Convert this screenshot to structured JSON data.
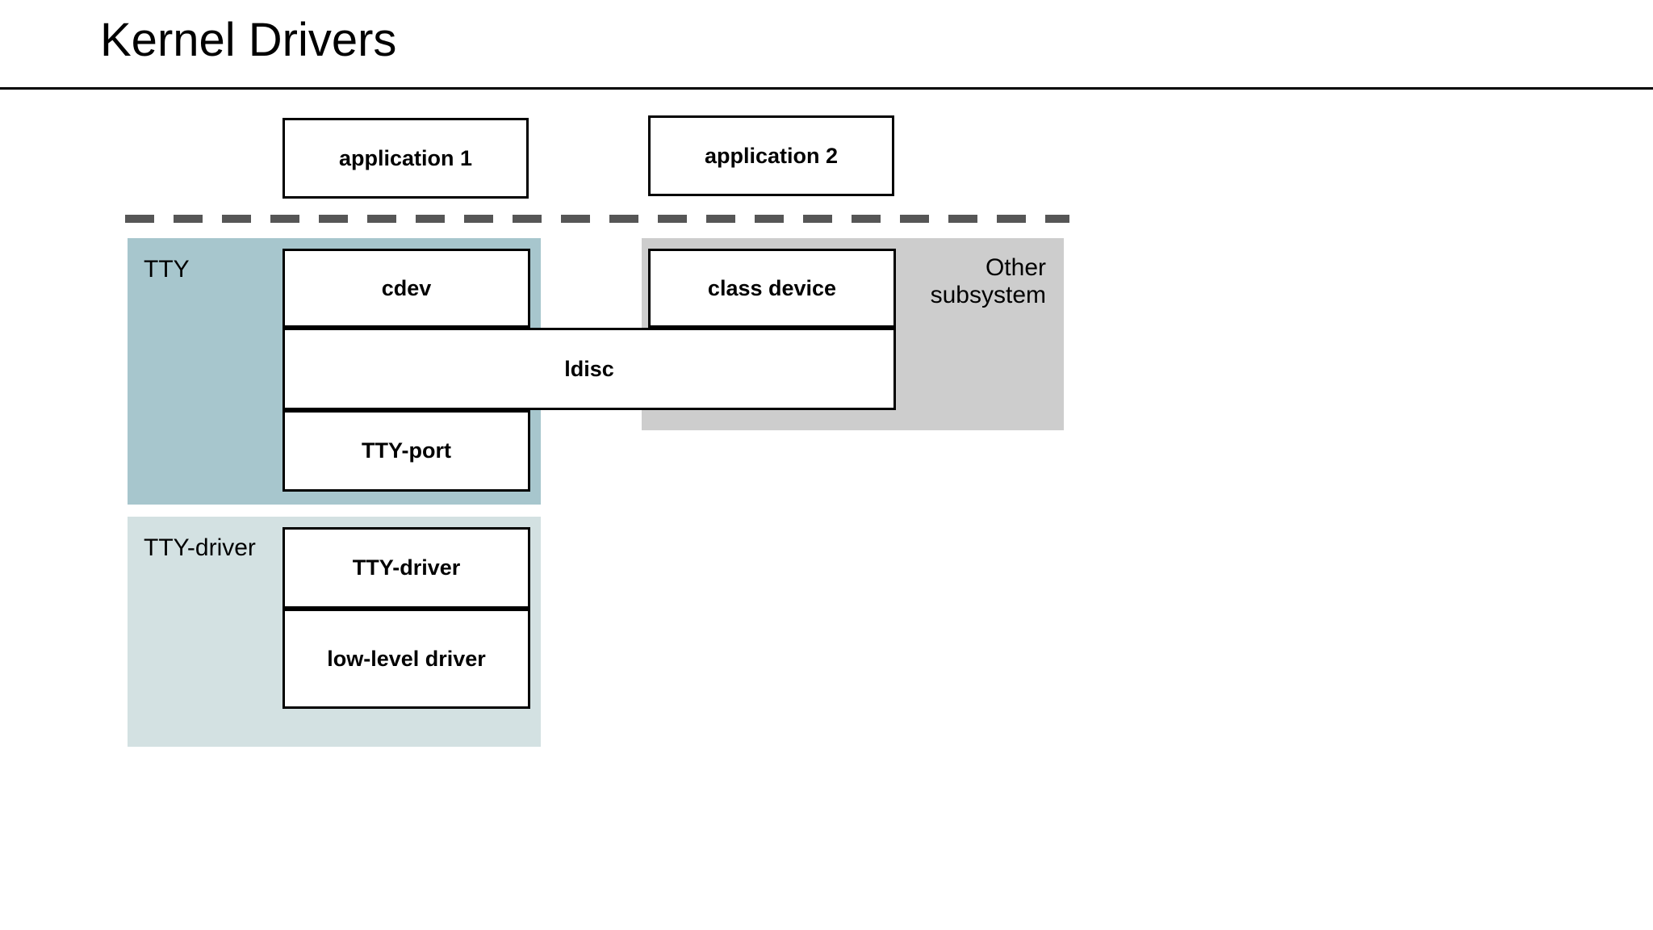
{
  "slide": {
    "title": "Kernel Drivers"
  },
  "diagram": {
    "type": "layered-block-diagram",
    "userspace": {
      "applications": [
        {
          "label": "application 1"
        },
        {
          "label": "application 2"
        }
      ]
    },
    "boundary": {
      "style": "dashed",
      "color": "#565656"
    },
    "subsystems": [
      {
        "id": "tty",
        "label": "TTY",
        "color": "#a7c6cd",
        "components": [
          {
            "label": "cdev"
          },
          {
            "label": "ldisc"
          },
          {
            "label": "TTY-port"
          }
        ]
      },
      {
        "id": "tty-driver",
        "label": "TTY-driver",
        "color": "#d3e1e2",
        "components": [
          {
            "label": "TTY-driver"
          },
          {
            "label": "low-level driver"
          }
        ]
      },
      {
        "id": "other",
        "label": "Other\nsubsystem",
        "color": "#cdcdcd",
        "components": [
          {
            "label": "class device"
          }
        ]
      }
    ]
  }
}
